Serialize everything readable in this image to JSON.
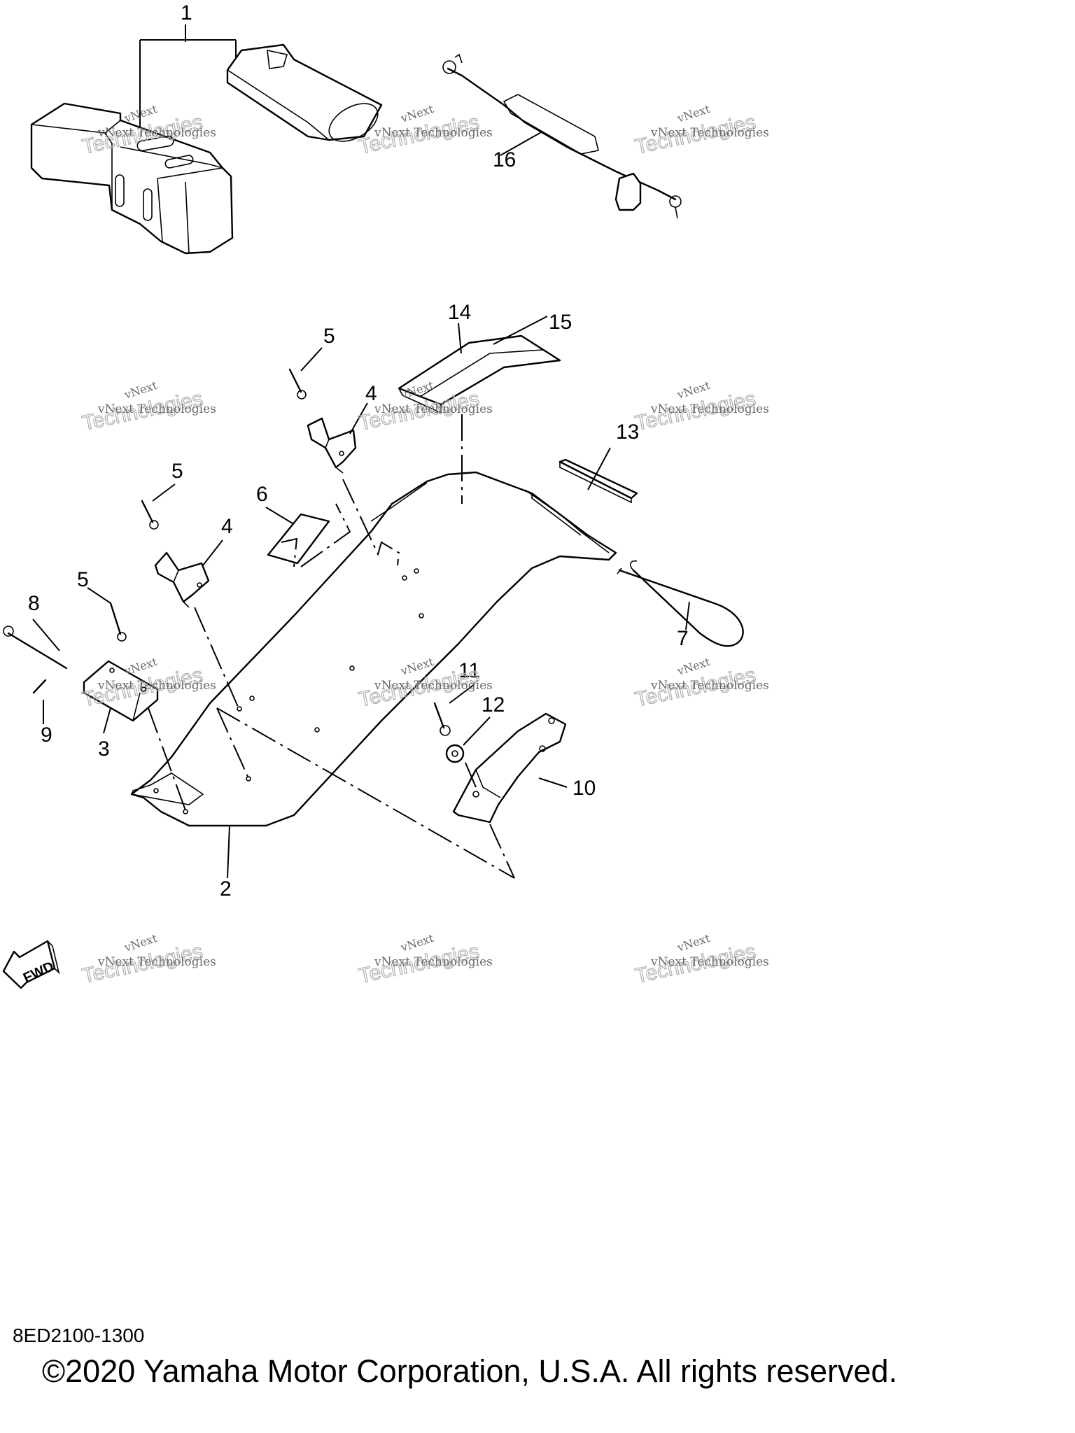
{
  "callouts": {
    "c1": "1",
    "c2": "2",
    "c3": "3",
    "c4a": "4",
    "c4b": "4",
    "c5a": "5",
    "c5b": "5",
    "c5c": "5",
    "c6": "6",
    "c7": "7",
    "c8": "8",
    "c9": "9",
    "c10": "10",
    "c11": "11",
    "c12": "12",
    "c13": "13",
    "c14": "14",
    "c15": "15",
    "c16": "16"
  },
  "watermark": {
    "line1": "vNext",
    "line2": "Technologies",
    "line3": "vNext Technologies"
  },
  "fwd_label": "FWD",
  "drawing_code": "8ED2100-1300",
  "copyright": "©2020 Yamaha Motor Corporation, U.S.A. All rights reserved."
}
